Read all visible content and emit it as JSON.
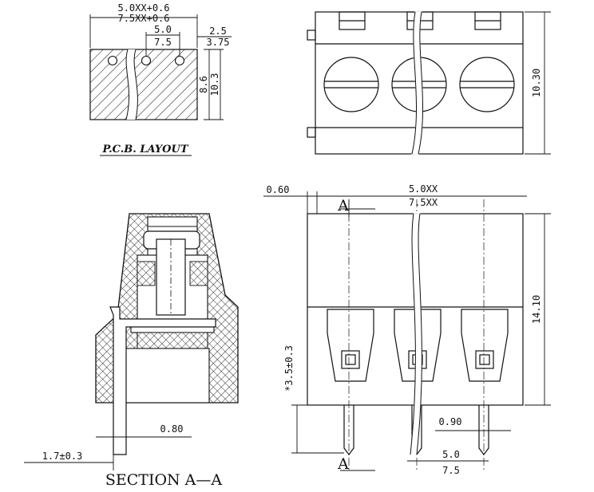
{
  "pcb_layout": {
    "title": "P.C.B. LAYOUT",
    "dims": {
      "top_width_a": "5.0XX+0.6",
      "top_width_b": "7.5XX+0.6",
      "pitch_a": "5.0",
      "pitch_b": "7.5",
      "offset_a": "2.5",
      "offset_b": "3.75",
      "height_a": "8.6",
      "height_b": "10.3"
    }
  },
  "top_view": {
    "dims": {
      "depth": "10.30"
    }
  },
  "section_view": {
    "title": "SECTION A—A",
    "dims": {
      "pin_offset": "1.7±0.3",
      "pin_width": "0.80"
    }
  },
  "front_view": {
    "section_marker": "A",
    "dims": {
      "pitch_a": "5.0XX",
      "pitch_b": "7.5XX",
      "side_clearance": "0.60",
      "height": "14.10",
      "pin_length": "*3.5±0.3",
      "pin_width": "0.90",
      "pin_pitch_a": "5.0",
      "pin_pitch_b": "7.5"
    }
  }
}
